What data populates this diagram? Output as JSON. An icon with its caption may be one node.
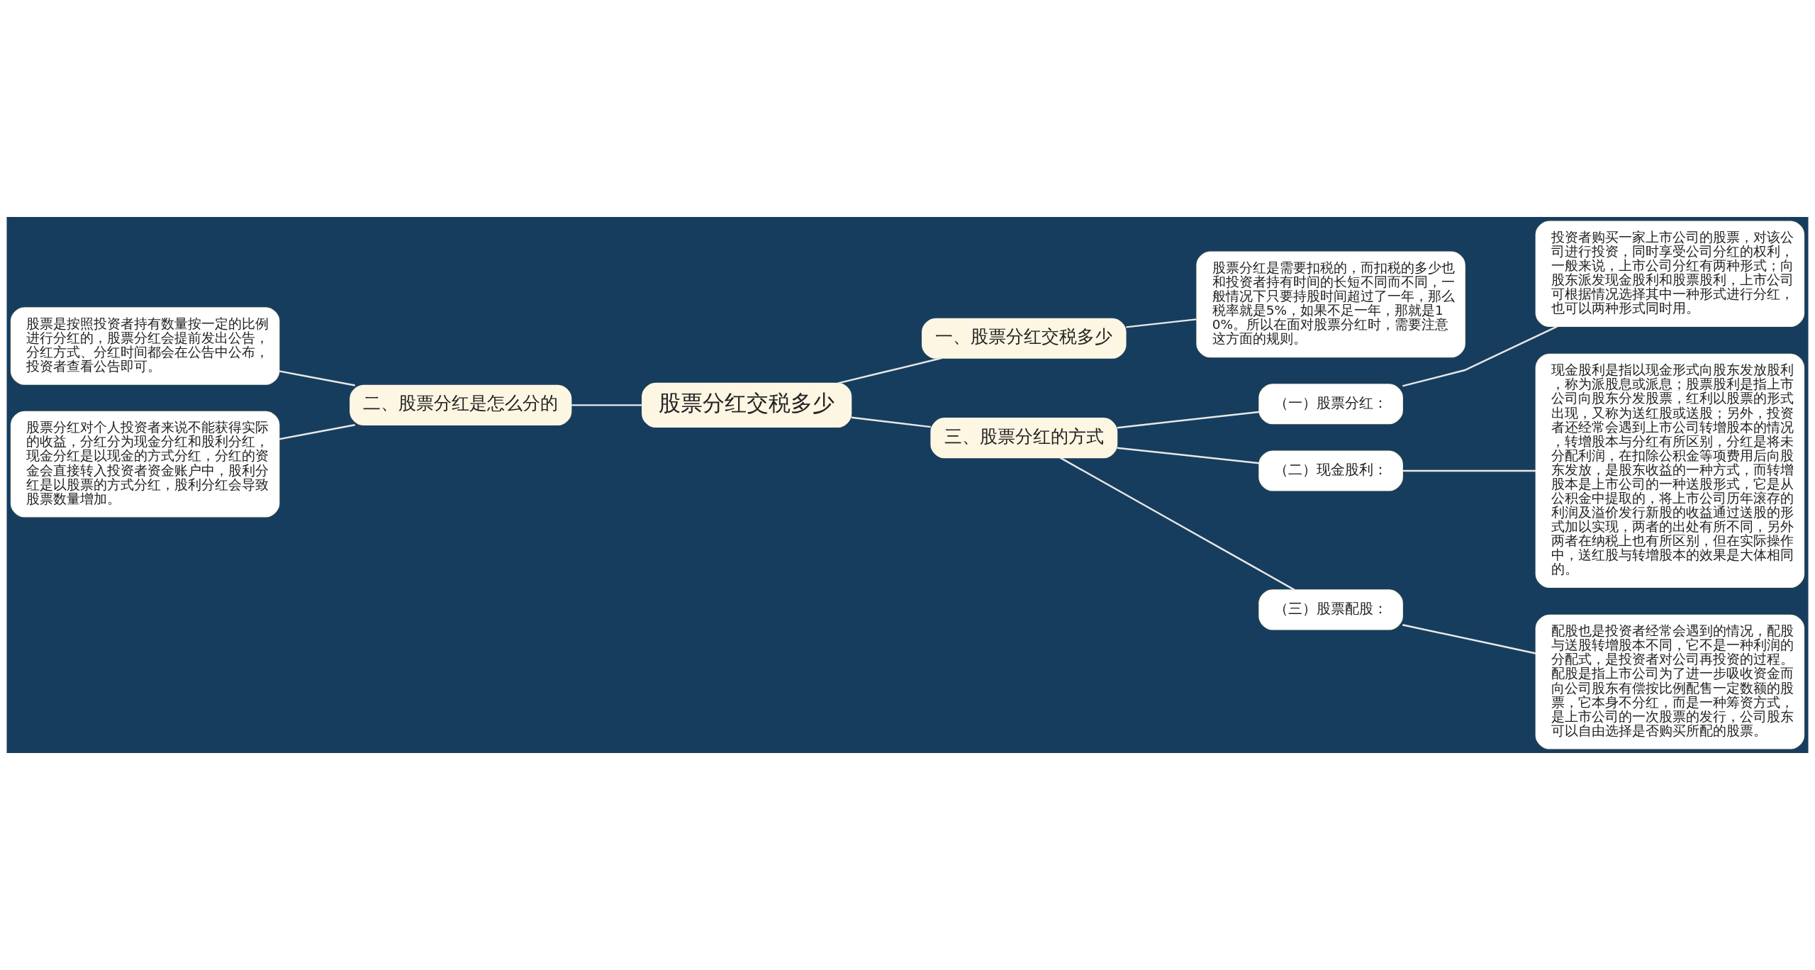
{
  "diagram": {
    "nodes": [
      {
        "text": [
          "股票分红交税多少"
        ]
      },
      {
        "text": [
          "一、股票分红交税多少"
        ]
      },
      {
        "text": [
          "股票分红是需要扣税的，而扣税的多少也和投资者持有时间的长短不同而不同，一般情况下只要持股时间超过了一年，那么税率就是5%，如果不足一年，那就是10%。所以在面对股票分红时，需要注意这方面的规则。"
        ]
      },
      {
        "text": [
          "二、股票分红是怎么分的"
        ]
      },
      {
        "text": [
          "股票是按照投资者持有数量按一定的比例进行分红的，股票分红会提前发出公告，分红方式、分红时间都会在公告中公布，投资者查看公告即可。"
        ]
      },
      {
        "text": [
          "股票分红对个人投资者来说不能获得实际的收益，分红分为现金分红和股利分红，现金分红是以现金的方式分红，分红的资金会直接转入投资者资金账户中，股利分红是以股票的方式分红，股利分红会导致股票数量增加。"
        ]
      },
      {
        "text": [
          "三、股票分红的方式"
        ]
      },
      {
        "text": [
          "（一）股票分红："
        ]
      },
      {
        "text": [
          "投资者购买一家上市公司的股票，对该公司进行投资，同时享受公司分红的权利，一般来说，上市公司分红有两种形式；向股东派发现金股利和股票股利，上市公司可根据情况选择其中一种形式进行分红，也可以两种形式同时用。"
        ]
      },
      {
        "text": [
          "（二）现金股利："
        ]
      },
      {
        "text": [
          "现金股利是指以现金形式向股东发放股利，称为派股息或派息；股票股利是指上市公司向股东分发股票，红利以股票的形式出现，又称为送红股或送股；另外，投资者还经常会遇到上市公司转增股本的情况，转增股本与分红有所区别，分红是将未分配利润，在扣除公积金等项费用后向股东发放，是股东收益的一种方式，而转增股本是上市公司的一种送股形式，它是从公积金中提取的，将上市公司历年滚存的利润及溢价发行新股的收益通过送股的形式加以实现，两者的出处有所不同，另外两者在纳税上也有所区别，但在实际操作中，送红股与转增股本的效果是大体相同的。"
        ]
      },
      {
        "text": [
          "（三）股票配股："
        ]
      },
      {
        "text": [
          "配股也是投资者经常会遇到的情况，配股与送股转增股本不同，它不是一种利润的分配式，是投资者对公司再投资的过程。配股是指上市公司为了进一步吸收资金而向公司股东有偿按比例配售一定数额的股票，它本身不分红，而是一种筹资方式，是上市公司的一次股票的发行，公司股东可以自由选择是否购买所配的股票。"
        ]
      }
    ],
    "edges": [
      {
        "from": 0,
        "to": 1,
        "arrow": "none"
      },
      {
        "from": 1,
        "to": 2,
        "arrow": "none"
      },
      {
        "from": 0,
        "to": 3,
        "arrow": "none"
      },
      {
        "from": 3,
        "to": 4,
        "arrow": "none"
      },
      {
        "from": 3,
        "to": 5,
        "arrow": "none"
      },
      {
        "from": 0,
        "to": 6,
        "arrow": "none"
      },
      {
        "from": 6,
        "to": 7,
        "arrow": "none"
      },
      {
        "from": 7,
        "to": 8,
        "arrow": "none"
      },
      {
        "from": 6,
        "to": 9,
        "arrow": "none"
      },
      {
        "from": 9,
        "to": 10,
        "arrow": "none"
      },
      {
        "from": 6,
        "to": 11,
        "arrow": "none"
      },
      {
        "from": 11,
        "to": 12,
        "arrow": "none"
      }
    ]
  }
}
